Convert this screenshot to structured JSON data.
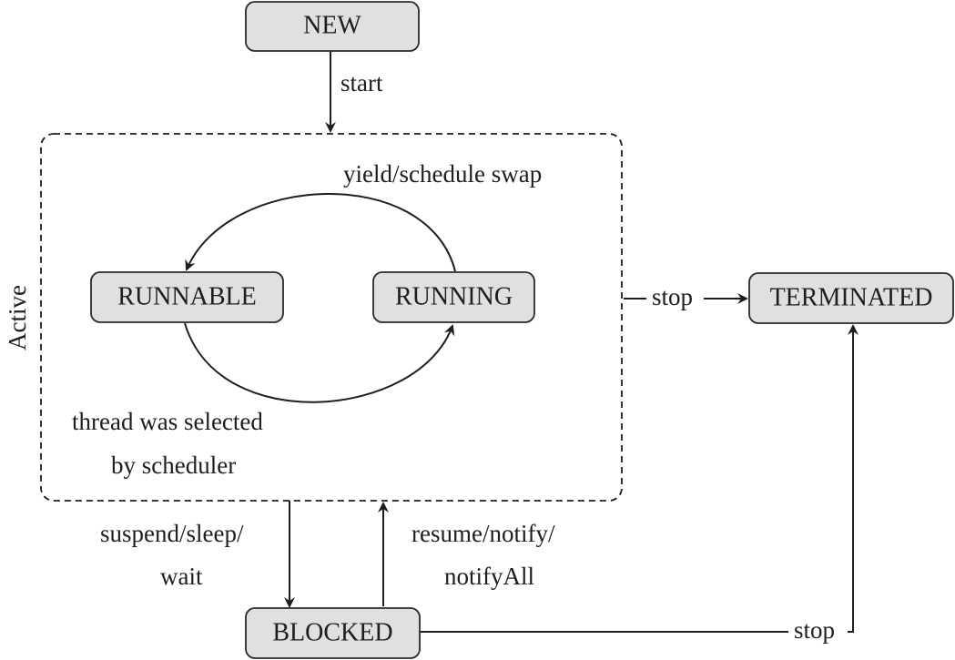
{
  "states": {
    "new": "NEW",
    "runnable": "RUNNABLE",
    "running": "RUNNING",
    "terminated": "TERMINATED",
    "blocked": "BLOCKED"
  },
  "region": {
    "label": "Active"
  },
  "transitions": {
    "start": "start",
    "yield": "yield/schedule swap",
    "selected_line1": "thread was selected",
    "selected_line2": "by scheduler",
    "stop_active": "stop",
    "suspend_line1": "suspend/sleep/",
    "suspend_line2": "wait",
    "resume_line1": "resume/notify/",
    "resume_line2": "notifyAll",
    "stop_blocked": "stop"
  },
  "colors": {
    "state_fill": "#e0e0e0",
    "stroke": "#1e1e1e"
  }
}
